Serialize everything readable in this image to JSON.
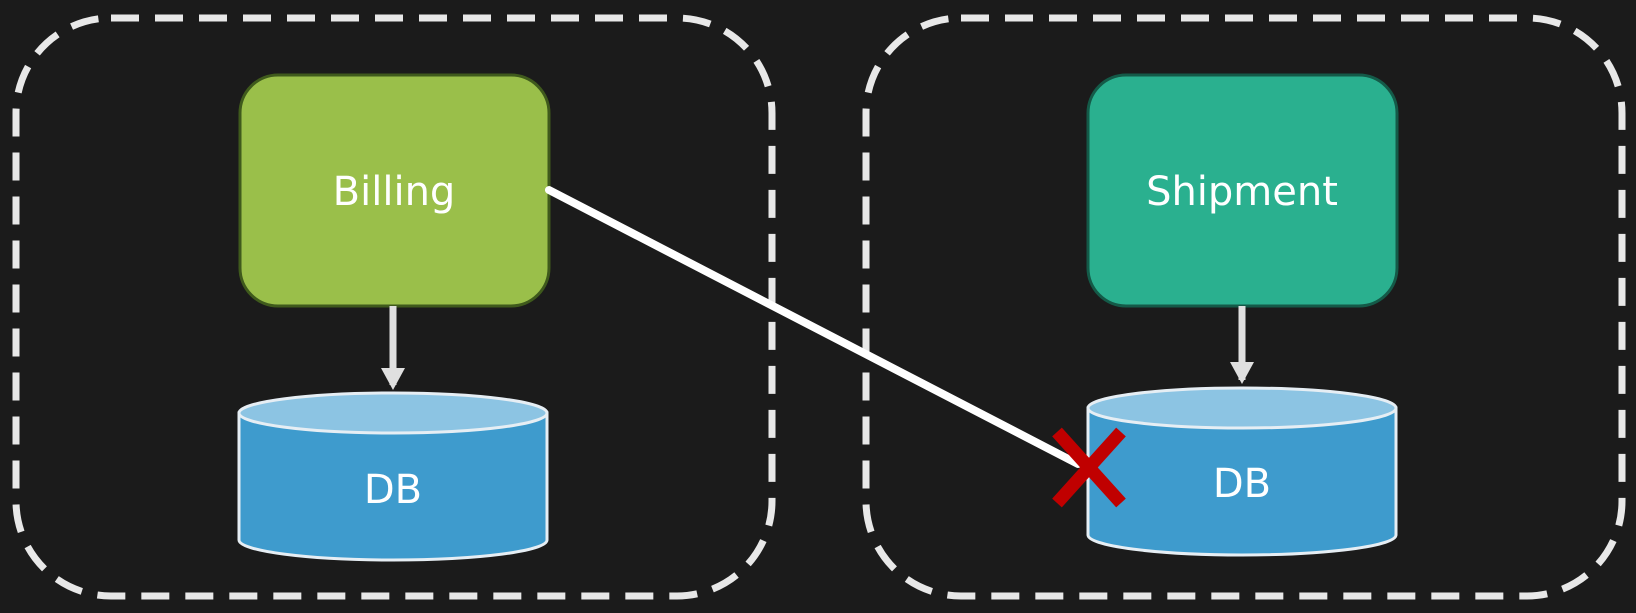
{
  "colors": {
    "background": "#1b1b1b",
    "boundary": "#e8e8e8",
    "billing_fill": "#9abf4a",
    "billing_stroke": "#3f5a1c",
    "shipment_fill": "#2ab08f",
    "shipment_stroke": "#145a48",
    "db_body": "#3e9bcd",
    "db_top": "#8cc4e3",
    "db_stroke": "#e6eef4",
    "arrow": "#e0e0e0",
    "cross": "#c00000",
    "text": "#ffffff"
  },
  "services": [
    {
      "id": "billing",
      "label": "Billing"
    },
    {
      "id": "shipment",
      "label": "Shipment"
    }
  ],
  "databases": [
    {
      "id": "billing-db",
      "label": "DB"
    },
    {
      "id": "shipment-db",
      "label": "DB"
    }
  ],
  "cross_boundary_access": {
    "from": "billing",
    "to": "shipment-db",
    "status": "blocked",
    "marker_icon": "cross-icon"
  }
}
